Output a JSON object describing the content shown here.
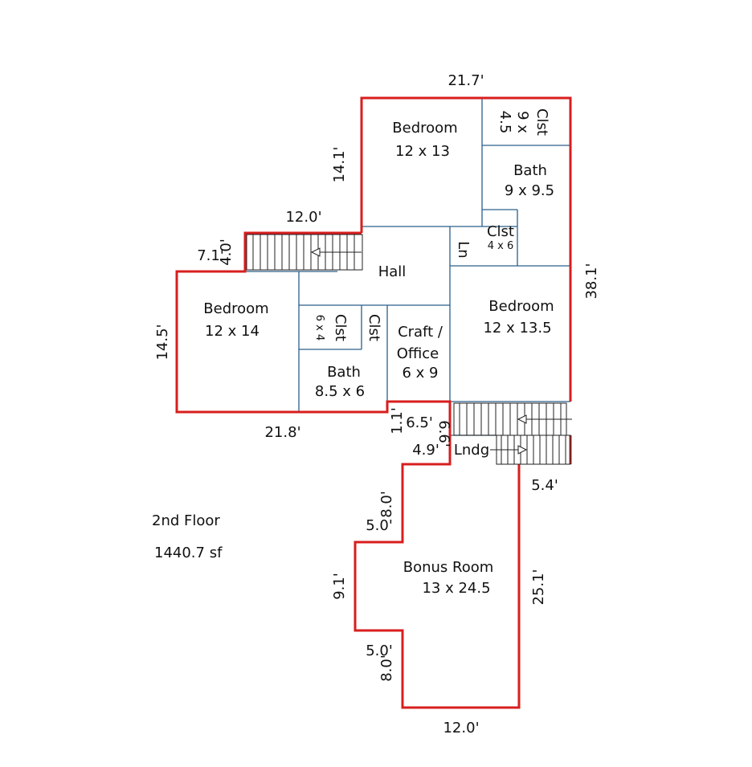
{
  "colors": {
    "exterior_wall": "#d81e1e",
    "interior_wall": "#2b5f8a",
    "stair_lines": "#222222",
    "text": "#111111",
    "background": "#ffffff"
  },
  "floor": {
    "name": "2nd Floor",
    "area": "1440.7 sf"
  },
  "rooms": {
    "bedroom_ne": {
      "name": "Bedroom",
      "size": "12 x 13"
    },
    "clst_ne": {
      "name": "Clst",
      "size_a": "9 x",
      "size_b": "4.5"
    },
    "bath_ne": {
      "name": "Bath",
      "size": "9 x 9.5"
    },
    "clst_mid": {
      "name": "Clst",
      "size": "4 x 6"
    },
    "ln": {
      "name": "Ln"
    },
    "hall": {
      "name": "Hall"
    },
    "bedroom_w": {
      "name": "Bedroom",
      "size": "12 x 14"
    },
    "clst_w": {
      "name": "Clst",
      "size": "6 x 4"
    },
    "clst_small": {
      "name": "Clst"
    },
    "bath_w": {
      "name": "Bath",
      "size": "8.5 x 6"
    },
    "craft": {
      "name_a": "Craft /",
      "name_b": "Office",
      "size": "6 x 9"
    },
    "bedroom_e": {
      "name": "Bedroom",
      "size": "12 x 13.5"
    },
    "lndg": {
      "name": "Lndg"
    },
    "bonus": {
      "name": "Bonus Room",
      "size": "13 x 24.5"
    }
  },
  "dimensions": {
    "top": "21.7'",
    "upper_left_vertical": "14.1'",
    "stair_top": "12.0'",
    "step_h": "7.1'",
    "step_v": "4.0'",
    "right_vertical": "38.1'",
    "left_vertical": "14.5'",
    "bottom_left": "21.8'",
    "notch_v": "1.1'",
    "notch_h": "6.5'",
    "notch_v2": "6.6'",
    "notch_h2": "4.9'",
    "landing_right": "5.4'",
    "bonus_upper_v": "8.0'",
    "bonus_upper_h": "5.0'",
    "bonus_mid_v": "9.1'",
    "bonus_lower_h": "5.0'",
    "bonus_lower_v": "8.0'",
    "bonus_right_v": "25.1'",
    "bonus_bottom": "12.0'"
  }
}
